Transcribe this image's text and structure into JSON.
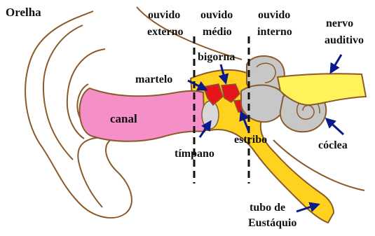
{
  "diagram": {
    "title": "Orelha",
    "regions": {
      "outer_line1": "ouvido",
      "outer_line2": "externo",
      "middle_line1": "ouvido",
      "middle_line2": "médio",
      "inner_line1": "ouvido",
      "inner_line2": "interno"
    },
    "parts": {
      "nerve_line1": "nervo",
      "nerve_line2": "auditivo",
      "anvil": "bigorna",
      "hammer": "martelo",
      "canal": "canal",
      "stirrup": "estribo",
      "cochlea": "cóclea",
      "eardrum": "tímpano",
      "tube_line1": "tubo de",
      "tube_line2": "Eustáquio"
    }
  },
  "colors": {
    "outline": "#8b5a2b",
    "canal": "#f48fc8",
    "bone": "#ffd21f",
    "ossicle": "#e8141c",
    "labyrinth": "#c7c7c7",
    "nerve": "#fff25a",
    "arrow": "#0a1a8c",
    "divider": "#111111"
  },
  "icons": [
    "arrow-icon"
  ]
}
